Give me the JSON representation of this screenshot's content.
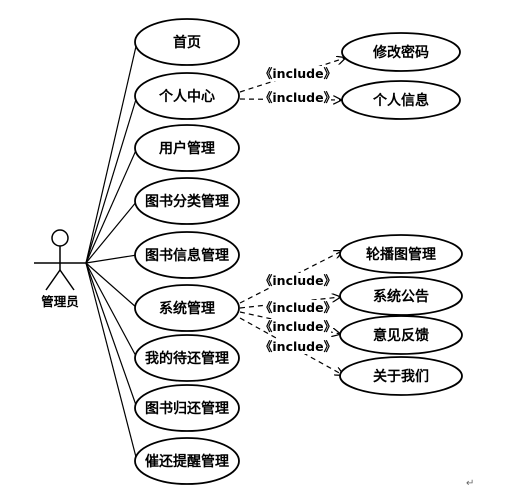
{
  "actor": {
    "label": "管理员",
    "icon": "stick-figure-actor-icon"
  },
  "use_cases": [
    {
      "id": "home",
      "label": "首页"
    },
    {
      "id": "personal-center",
      "label": "个人中心"
    },
    {
      "id": "user-mgmt",
      "label": "用户管理"
    },
    {
      "id": "book-category-mgmt",
      "label": "图书分类管理"
    },
    {
      "id": "book-info-mgmt",
      "label": "图书信息管理"
    },
    {
      "id": "system-mgmt",
      "label": "系统管理"
    },
    {
      "id": "my-pending-return-mgmt",
      "label": "我的待还管理"
    },
    {
      "id": "book-return-mgmt",
      "label": "图书归还管理"
    },
    {
      "id": "return-reminder-mgmt",
      "label": "催还提醒管理"
    },
    {
      "id": "change-password",
      "label": "修改密码"
    },
    {
      "id": "personal-info",
      "label": "个人信息"
    },
    {
      "id": "carousel-mgmt",
      "label": "轮播图管理"
    },
    {
      "id": "system-notice",
      "label": "系统公告"
    },
    {
      "id": "feedback",
      "label": "意见反馈"
    },
    {
      "id": "about-us",
      "label": "关于我们"
    }
  ],
  "relations": [
    {
      "from": "personal-center",
      "to": "change-password",
      "label": "《include》"
    },
    {
      "from": "personal-center",
      "to": "personal-info",
      "label": "《include》"
    },
    {
      "from": "system-mgmt",
      "to": "carousel-mgmt",
      "label": "《include》"
    },
    {
      "from": "system-mgmt",
      "to": "system-notice",
      "label": "《include》"
    },
    {
      "from": "system-mgmt",
      "to": "feedback",
      "label": "《include》"
    },
    {
      "from": "system-mgmt",
      "to": "about-us",
      "label": "《include》"
    }
  ],
  "colors": {
    "stroke": "#000000",
    "background": "#ffffff"
  },
  "trailing_mark": "↵"
}
